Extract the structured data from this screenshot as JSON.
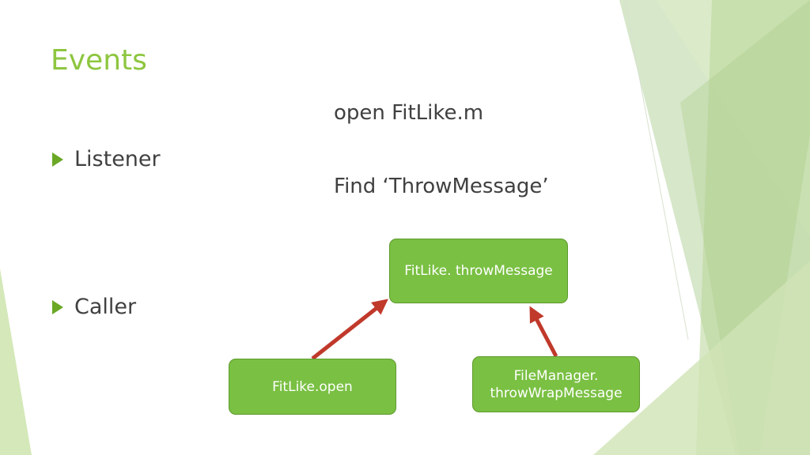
{
  "slide": {
    "title": "Events",
    "bullets": [
      "Listener",
      "Caller"
    ],
    "notes": [
      "open FitLike.m",
      "Find ‘ThrowMessage’"
    ]
  },
  "diagram": {
    "nodes": [
      {
        "id": "n1",
        "lines": [
          "FitLike. throwMessage"
        ]
      },
      {
        "id": "n2",
        "lines": [
          "FitLike.open"
        ]
      },
      {
        "id": "n3",
        "lines": [
          "FileManager.",
          "throwWrapMessage"
        ]
      }
    ],
    "edges": [
      {
        "from": "n2",
        "to": "n1"
      },
      {
        "from": "n3",
        "to": "n1"
      }
    ],
    "colors": {
      "title": "#8dc63f",
      "node_fill": "#7ac043",
      "node_border": "#5d9a2c",
      "arrow": "#c0392b",
      "bullet": "#6aa825"
    }
  }
}
